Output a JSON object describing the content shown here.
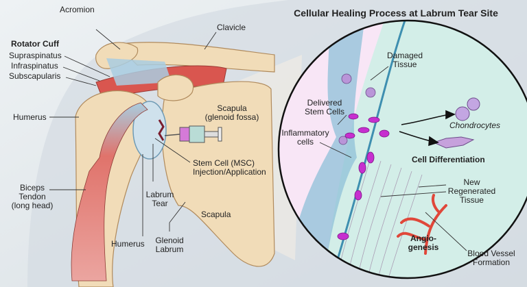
{
  "diagram": {
    "title": "Cellular Healing Process at Labrum Tear Site",
    "anatomy_labels": {
      "acromion": "Acromion",
      "clavicle": "Clavicle",
      "rotator_cuff_heading": "Rotator Cuff",
      "supraspinatus": "Supraspinatus",
      "infraspinatus": "Infraspinatus",
      "subscapularis": "Subscapularis",
      "humerus_upper": "Humerus",
      "scapula_glenoid_line1": "Scapula",
      "scapula_glenoid_line2": "(glenoid fossa)",
      "biceps_line1": "Biceps",
      "biceps_line2": "Tendon",
      "biceps_line3": "(long head)",
      "stem_cell_line1": "Stem Cell (MSC)",
      "stem_cell_line2": "Injection/Application",
      "labrum_tear_line1": "Labrum",
      "labrum_tear_line2": "Tear",
      "humerus_lower": "Humerus",
      "glenoid_labrum_line1": "Glenoid",
      "glenoid_labrum_line2": "Labrum",
      "scapula": "Scapula"
    },
    "cellular_labels": {
      "damaged_tissue_line1": "Damaged",
      "damaged_tissue_line2": "Tissue",
      "delivered_line1": "Delivered",
      "delivered_line2": "Stem Cells",
      "inflammatory_line1": "Inflammatory",
      "inflammatory_line2": "cells",
      "chondrocytes": "Chondrocytes",
      "cell_differentiation": "Cell Differentiation",
      "new_tissue_line1": "New",
      "new_tissue_line2": "Regenerated",
      "new_tissue_line3": "Tissue",
      "angio_line1": "Angio-",
      "angio_line2": "genesis",
      "blood_vessel_line1": "Blood Vessel",
      "blood_vessel_line2": "Formation"
    },
    "colors": {
      "bone": "#f1dcb8",
      "muscle": "#d9564f",
      "tendon": "#a9cde0",
      "stem_cell": "#c62fcf",
      "vessel": "#e0473a",
      "healed_zone": "#d3eee8",
      "damaged_zone": "#f8e6f6"
    }
  }
}
